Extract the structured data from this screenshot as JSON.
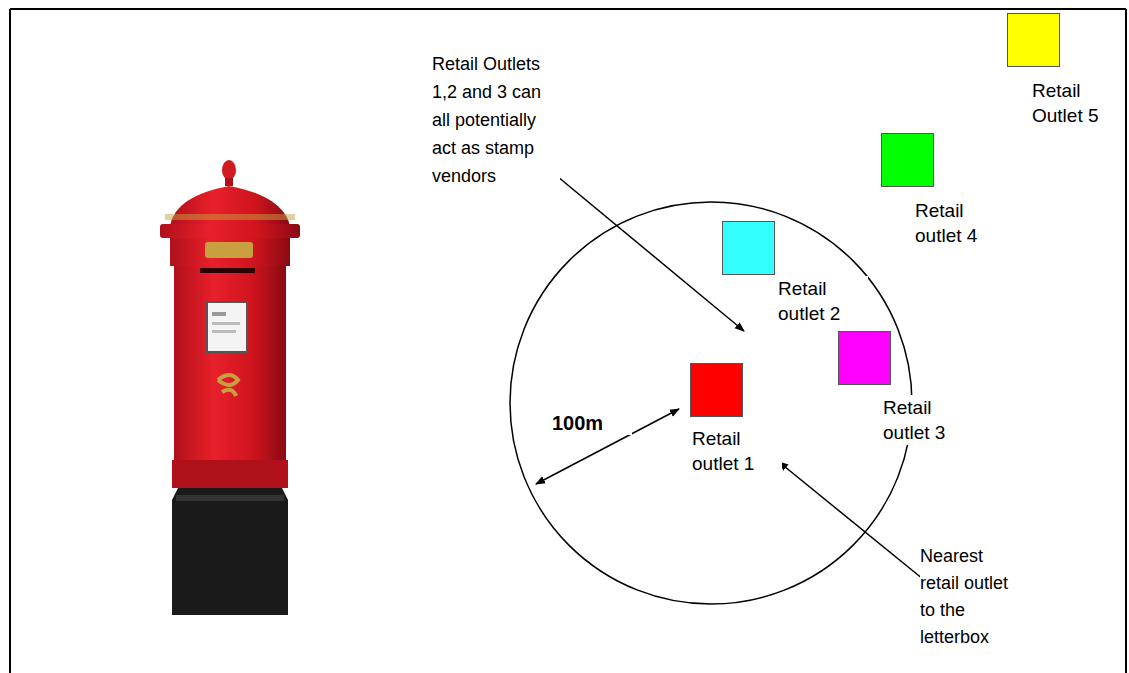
{
  "diagram": {
    "nodes": [
      {
        "text": [
          "Retail outlet 1"
        ]
      },
      {
        "text": [
          "Retail outlet 2"
        ]
      },
      {
        "text": [
          "Retail outlet 3"
        ]
      },
      {
        "text": [
          "Retail outlet 4"
        ]
      },
      {
        "text": [
          "Retail Outlet 5"
        ]
      }
    ],
    "labels": [
      "Retail Outlets 1,2 and 3 can all potentially act as stamp vendors",
      "100m",
      "Nearest retail outlet to the letterbox"
    ]
  }
}
